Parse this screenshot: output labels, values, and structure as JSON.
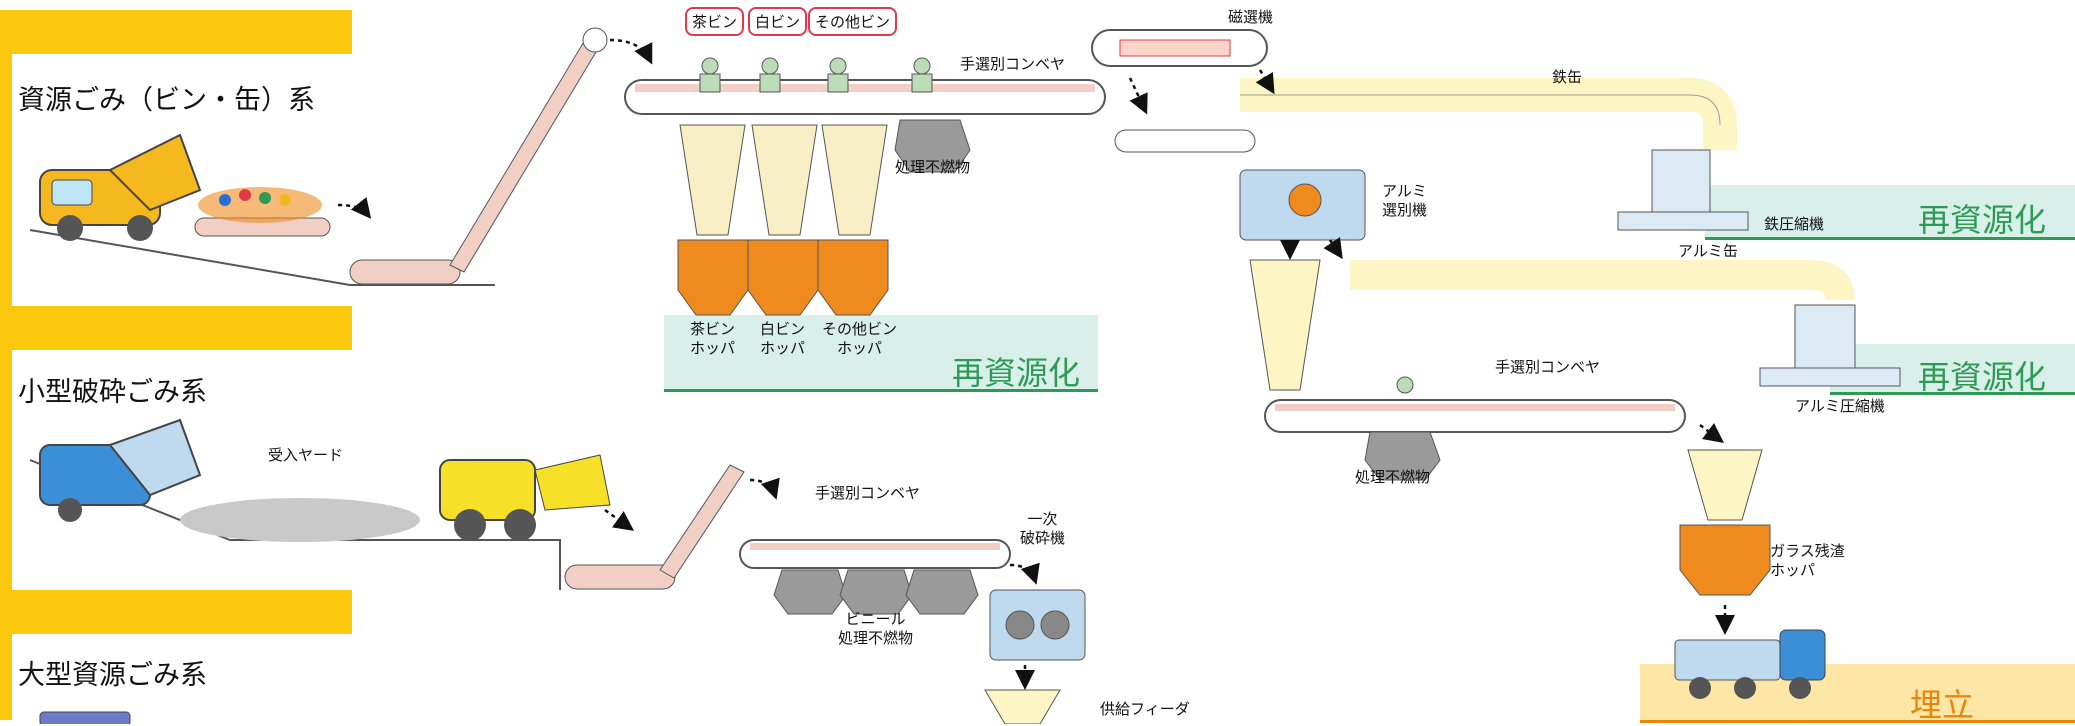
{
  "sections": {
    "bottle_can": "資源ごみ（ビン・缶）系",
    "small_crush": "小型破砕ごみ系",
    "large": "大型資源ごみ系"
  },
  "labels": {
    "hand_conveyor": "手選別コンベヤ",
    "magnetic_separator": "磁選機",
    "steel_can": "鉄缶",
    "aluminum_separator_1": "アルミ",
    "aluminum_separator_2": "選別機",
    "steel_press": "鉄圧縮機",
    "aluminum_can": "アルミ缶",
    "aluminum_press": "アルミ圧縮機",
    "noncombustible_1": "処理不燃物",
    "noncombustible_2": "処理不燃物",
    "noncombustible_vinyl_1": "ビニール",
    "noncombustible_vinyl_2": "処理不燃物",
    "receiving_yard": "受入ヤード",
    "hand_conveyor_2": "手選別コンベヤ",
    "hand_conveyor_3": "手選別コンベヤ",
    "primary_crusher_1": "一次",
    "primary_crusher_2": "破砕機",
    "supply_feeder": "供給フィーダ",
    "glass_hopper_1": "ガラス残渣",
    "glass_hopper_2": "ホッパ",
    "brown_hopper_1": "茶ビン",
    "brown_hopper_2": "ホッパ",
    "white_hopper_1": "白ビン",
    "white_hopper_2": "ホッパ",
    "other_hopper_1": "その他ビン",
    "other_hopper_2": "ホッパ",
    "recycle_1": "再資源化",
    "recycle_2": "再資源化",
    "recycle_3": "再資源化",
    "landfill": "埋立",
    "tag_brown": "茶ビン",
    "tag_white": "白ビン",
    "tag_other": "その他ビン"
  },
  "colors": {
    "section_band": "#fcc80d",
    "recycle_text": "#2e9a56",
    "recycle_box": "#d9efea",
    "landfill_box": "#fde6a6",
    "landfill_text": "#e8860c",
    "hopper_orange": "#ee8a1e",
    "conveyor_belt": "#f1cfc4",
    "can_path": "#fdf6c4",
    "machine_blue": "#bfd9ef",
    "truck_yellow": "#f6b81f",
    "truck_blue": "#3b8fd6"
  }
}
